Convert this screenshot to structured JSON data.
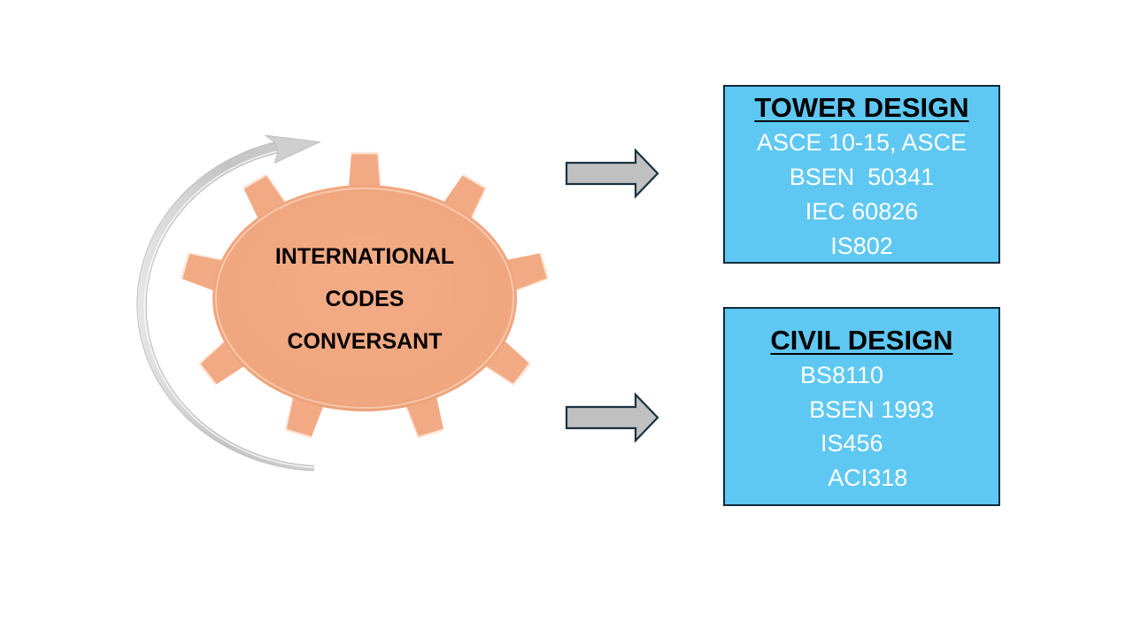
{
  "colors": {
    "background": "#ffffff",
    "gear_fill": "#f2aa84",
    "gear_highlight": "#fde6d6",
    "gear_shadow": "#d98a62",
    "cycle_arrow": "#c8c8c8",
    "cycle_arrow_highlight": "#f2f2f2",
    "flow_arrow_fill": "#c0c0c0",
    "flow_arrow_stroke": "#1b3240",
    "box_fill": "#5ec8f2",
    "box_border": "#0f2a3a",
    "box_title": "#000000",
    "box_text": "#ffffff"
  },
  "gear": {
    "icon": "gear-icon",
    "lines": [
      "INTERNATIONAL",
      "CODES",
      "CONVERSANT"
    ]
  },
  "cycle_arrow": {
    "icon": "curved-arrow-icon"
  },
  "flow_arrows": [
    {
      "icon": "right-arrow-icon",
      "target": "TOWER DESIGN"
    },
    {
      "icon": "right-arrow-icon",
      "target": "CIVIL DESIGN"
    }
  ],
  "boxes": [
    {
      "title": "TOWER DESIGN",
      "items": [
        "ASCE 10-15, ASCE",
        "BSEN  50341",
        "IEC 60826",
        "IS802"
      ]
    },
    {
      "title": "CIVIL DESIGN",
      "items": [
        "BS8110      ",
        "   BSEN 1993",
        "IS456   ",
        "  ACI318"
      ]
    }
  ]
}
